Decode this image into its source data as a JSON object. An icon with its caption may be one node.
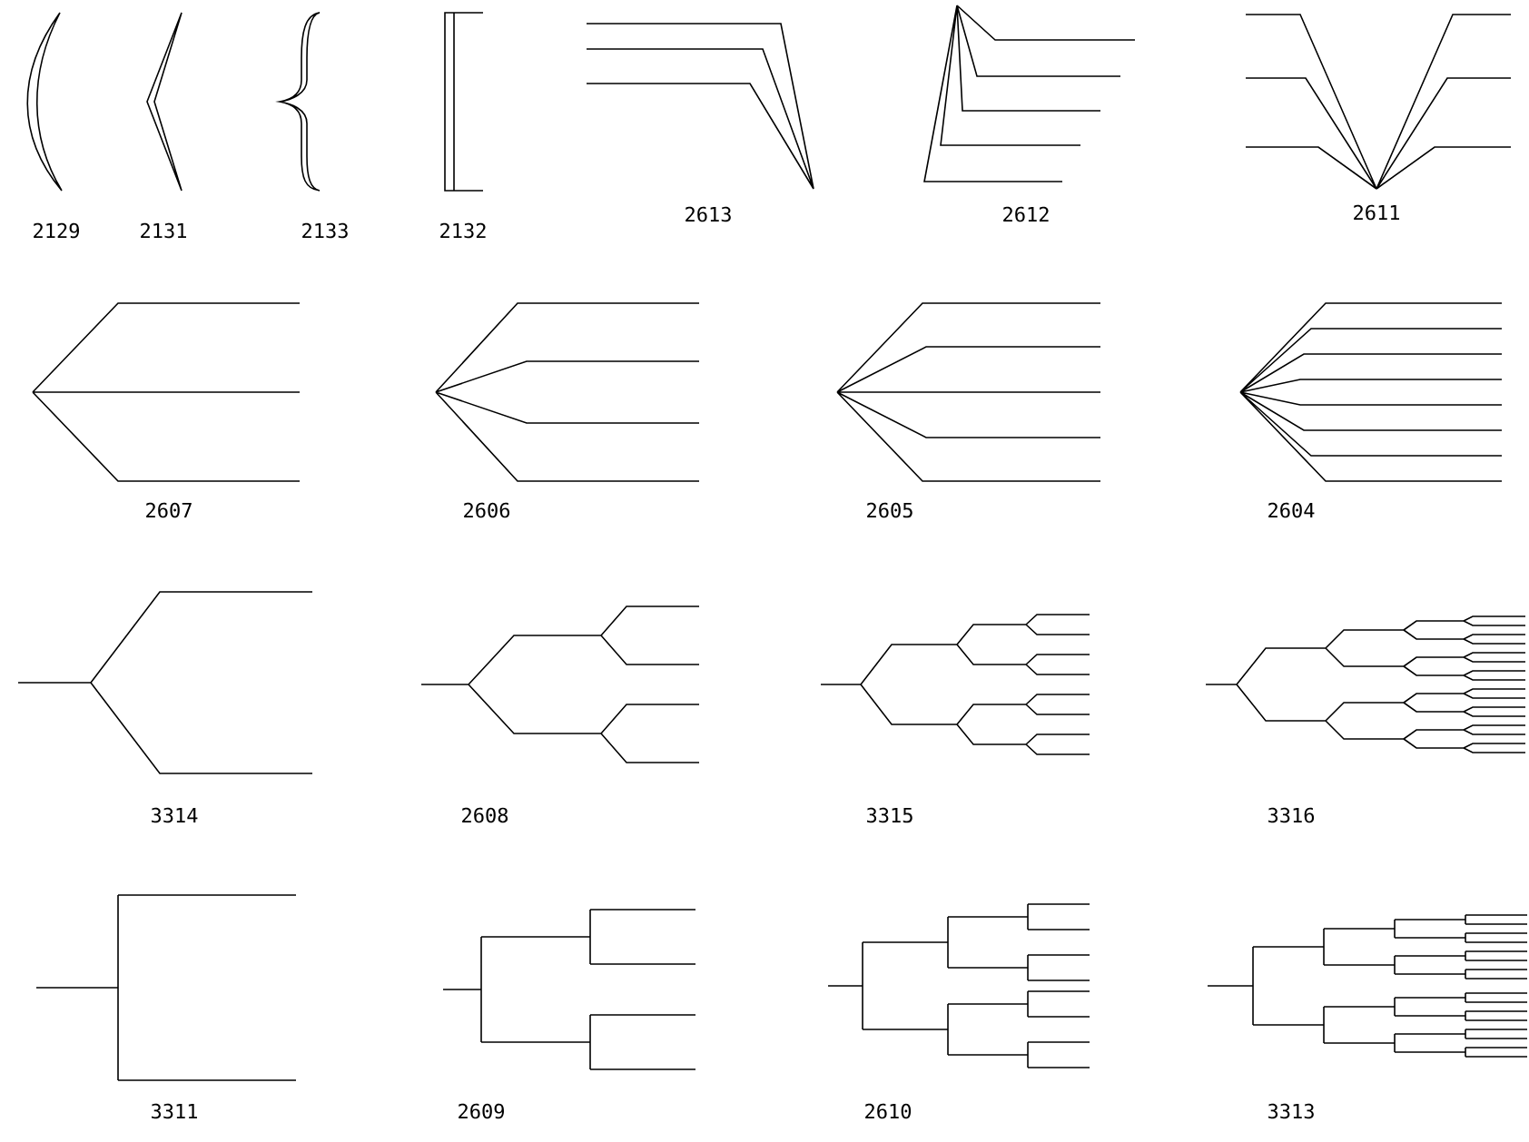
{
  "diagram": {
    "labels": [
      "2129",
      "2131",
      "2133",
      "2132",
      "2613",
      "2612",
      "2611",
      "2607",
      "2606",
      "2605",
      "2604",
      "3314",
      "2608",
      "3315",
      "3316",
      "3311",
      "2609",
      "2610",
      "3313"
    ]
  }
}
